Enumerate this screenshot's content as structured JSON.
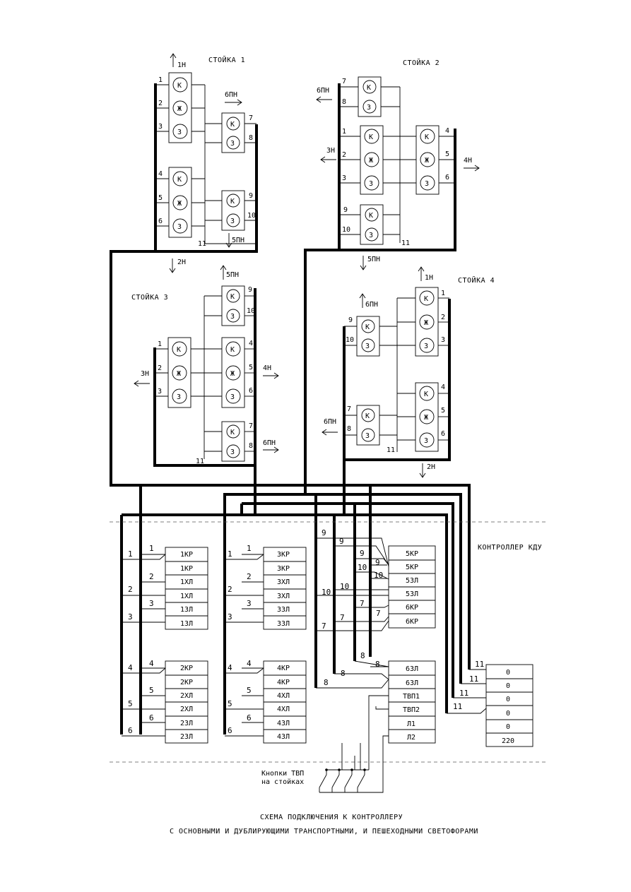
{
  "stoyka_titles": [
    "СТОЙКА 1",
    "СТОЙКА 2",
    "СТОЙКА 3",
    "СТОЙКА 4"
  ],
  "lamp_letters": {
    "red": "К",
    "yellow": "Ж",
    "green": "З"
  },
  "dirs": {
    "n1": "1Н",
    "n2": "2Н",
    "n3": "3Н",
    "n4": "4Н",
    "pn5": "5ПН",
    "pn6": "6ПН"
  },
  "controller_label": "КОНТРОЛЛЕР КДУ",
  "terminal_blocks": {
    "b1": [
      "1КР",
      "1КР",
      "1ХЛ",
      "1ХЛ",
      "1ЗЛ",
      "1ЗЛ"
    ],
    "b2": [
      "2КР",
      "2КР",
      "2ХЛ",
      "2ХЛ",
      "2ЗЛ",
      "2ЗЛ"
    ],
    "b3": [
      "3КР",
      "3КР",
      "3ХЛ",
      "3ХЛ",
      "3ЗЛ",
      "3ЗЛ"
    ],
    "b4": [
      "4КР",
      "4КР",
      "4ХЛ",
      "4ХЛ",
      "4ЗЛ",
      "4ЗЛ"
    ],
    "b5": [
      "5КР",
      "5КР",
      "5ЗЛ",
      "5ЗЛ",
      "6КР",
      "6КР"
    ],
    "b6": [
      "6ЗЛ",
      "6ЗЛ",
      "ТВП1",
      "ТВП2",
      "Л1",
      "Л2"
    ],
    "b0": [
      "0",
      "0",
      "0",
      "0",
      "0",
      "220"
    ]
  },
  "buttons_label": [
    "Кнопки ТВП",
    "на стойках"
  ],
  "caption": [
    "СХЕМА ПОДКЛЮЧЕНИЯ  К КОНТРОЛЛЕРУ",
    "С ОСНОВНЫМИ И ДУБЛИРУЮЩИМИ ТРАНСПОРТНЫМИ, И ПЕШЕХОДНЫМИ СВЕТОФОРАМИ"
  ],
  "numbers": [
    "1",
    "2",
    "3",
    "4",
    "5",
    "6",
    "7",
    "8",
    "9",
    "10",
    "11"
  ]
}
